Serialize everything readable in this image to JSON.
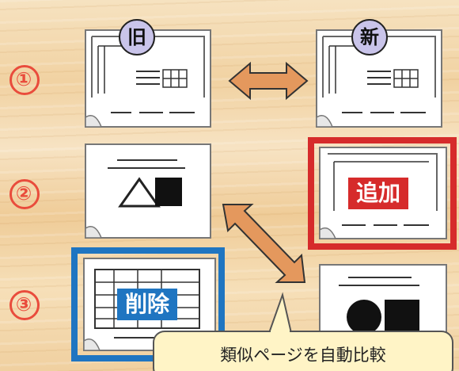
{
  "labels": {
    "old": "旧",
    "new": "新"
  },
  "steps": [
    "①",
    "②",
    "③"
  ],
  "badges": {
    "added": "追加",
    "deleted": "削除"
  },
  "callout": {
    "text": "類似ページを自動比較"
  },
  "colors": {
    "red": "#d62b2b",
    "blue": "#1f75c1",
    "accent_red": "#e94c3c",
    "arrow": "#e4985d",
    "circle": "#c9c4ea"
  }
}
